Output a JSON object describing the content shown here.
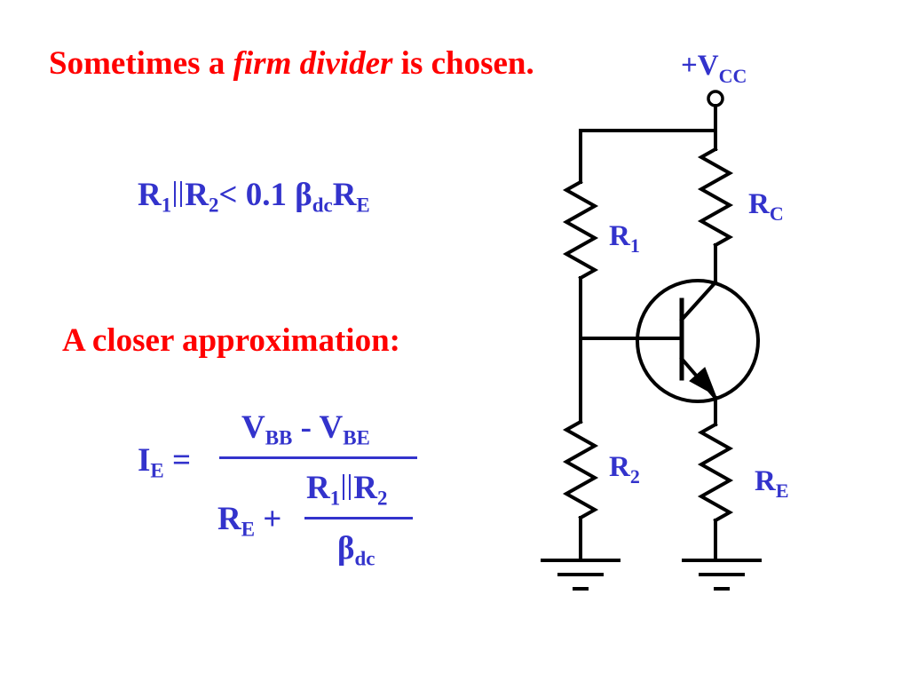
{
  "heading": {
    "prefix": "Sometimes a ",
    "italic": "firm divider",
    "suffix": " is chosen."
  },
  "condition": {
    "r1": "R",
    "r1_sub": "1",
    "r2": "R",
    "r2_sub": "2",
    "lt": "< 0.1 ",
    "beta": "β",
    "beta_sub": "dc",
    "re": "R",
    "re_sub": "E"
  },
  "approx_label": "A closer approximation:",
  "formula": {
    "lhs": "I",
    "lhs_sub": "E",
    "eq": " =",
    "num_v1": "V",
    "num_v1_sub": "BB",
    "num_minus": " - V",
    "num_v2_sub": "BE",
    "den_re": "R",
    "den_re_sub": "E",
    "den_plus": " +",
    "inner_r1": "R",
    "inner_r1_sub": "1",
    "inner_r2": "R",
    "inner_r2_sub": "2",
    "inner_beta": "β",
    "inner_beta_sub": "dc"
  },
  "circuit": {
    "vcc": "+V",
    "vcc_sub": "CC",
    "r1": "R",
    "r1_sub": "1",
    "r2": "R",
    "r2_sub": "2",
    "rc": "R",
    "rc_sub": "C",
    "re": "R",
    "re_sub": "E"
  },
  "colors": {
    "title": "#ff0000",
    "equation": "#3333cc",
    "wire": "#000000",
    "label": "#3333cc"
  }
}
